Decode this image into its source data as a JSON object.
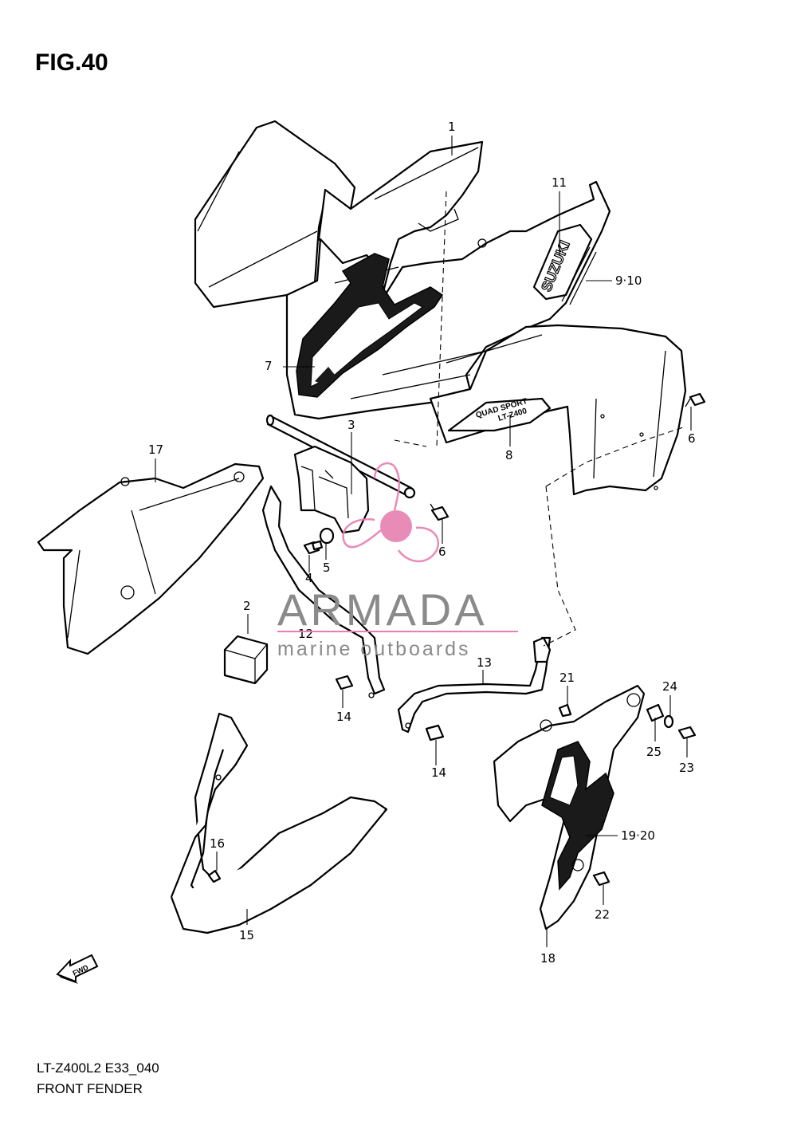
{
  "figure": {
    "title": "FIG.40",
    "model_code": "LT-Z400L2 E33_040",
    "name": "FRONT FENDER"
  },
  "direction_marker": "FWD",
  "decal_text": {
    "brand": "SUZUKI",
    "quad_line1": "QUAD SPORT",
    "quad_line2": "LT-Z400"
  },
  "watermark": {
    "brand": "ARMADA",
    "tagline": "marine outboards"
  },
  "callouts": [
    "1",
    "2",
    "3",
    "4",
    "5",
    "6",
    "6",
    "7",
    "8",
    "9·10",
    "11",
    "12",
    "13",
    "14",
    "14",
    "15",
    "16",
    "17",
    "18",
    "19·20",
    "21",
    "22",
    "23",
    "24",
    "25"
  ],
  "colors": {
    "line": "#000000",
    "watermark_text": "#8a8a8a",
    "watermark_accent": "#e77fb0"
  }
}
